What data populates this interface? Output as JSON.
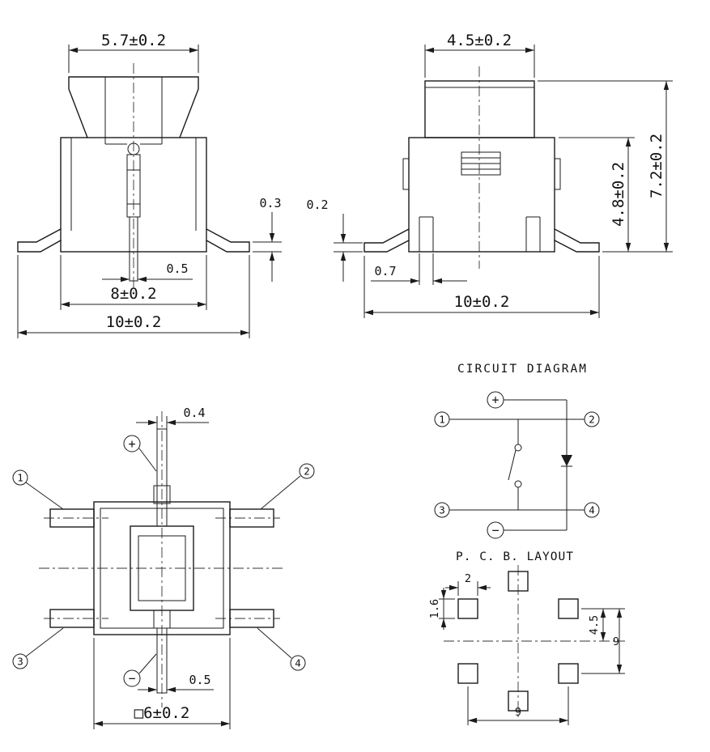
{
  "page": {
    "background": "#ffffff",
    "line_color": "#1b1b1b"
  },
  "front_view": {
    "dim_actuator_width": "5.7±0.2",
    "dim_lead_thickness": "0.3",
    "dim_center_pin_width": "0.5",
    "dim_body_width": "8±0.2",
    "dim_lead_span": "10±0.2"
  },
  "side_view": {
    "dim_cap_width": "4.5±0.2",
    "dim_lead_thickness": "0.2",
    "dim_lead_width": "0.7",
    "dim_body_height": "4.8±0.2",
    "dim_total_height": "7.2±0.2",
    "dim_lead_span": "10±0.2"
  },
  "top_view": {
    "dim_top_pin_width": "0.4",
    "dim_bottom_pin_width": "0.5",
    "dim_body_square": "□6±0.2",
    "terminal_1": "1",
    "terminal_2": "2",
    "terminal_3": "3",
    "terminal_4": "4",
    "polarity_positive": "+",
    "polarity_negative": "−"
  },
  "circuit_diagram": {
    "title": "CIRCUIT  DIAGRAM",
    "terminal_1": "1",
    "terminal_2": "2",
    "terminal_3": "3",
    "terminal_4": "4",
    "polarity_positive": "+",
    "polarity_negative": "−"
  },
  "pcb_layout": {
    "title": "P. C. B.  LAYOUT",
    "dim_pad_width": "2",
    "dim_pad_height": "1.6",
    "dim_row_to_center": "4.5",
    "dim_row_pitch": "9",
    "dim_column_pitch": "9"
  }
}
